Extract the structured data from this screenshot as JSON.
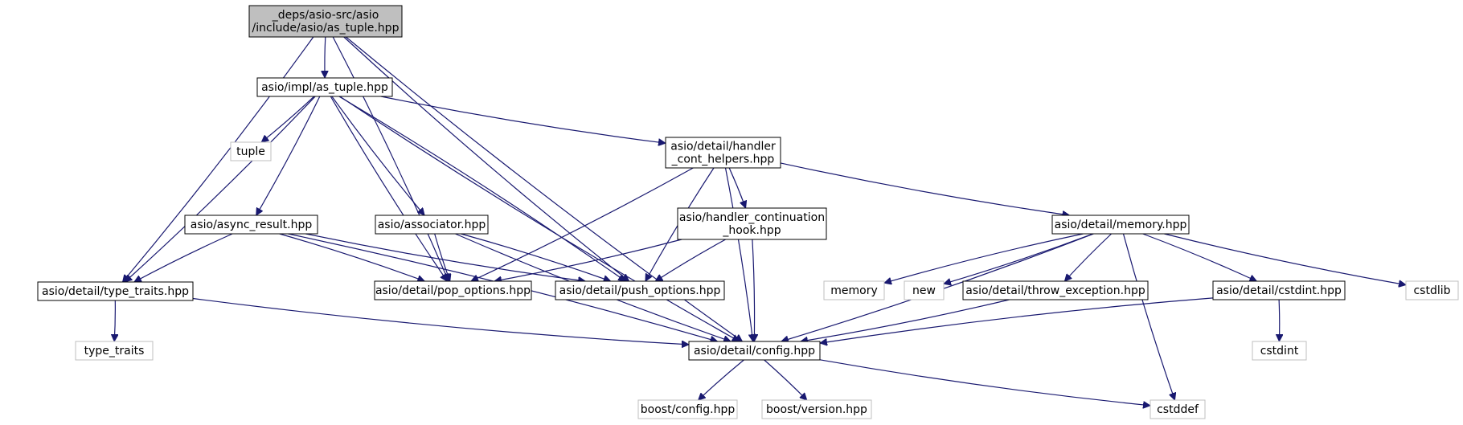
{
  "diagram": {
    "colors": {
      "edge": "#191970",
      "root_fill": "#bfbfbf",
      "node_border": "#000000",
      "external_border": "#bfbfbf",
      "node_fill": "#ffffff"
    },
    "nodes": [
      {
        "id": "root",
        "kind": "root",
        "lines": [
          "_deps/asio-src/asio",
          "/include/asio/as_tuple.hpp"
        ]
      },
      {
        "id": "impl_as_tuple",
        "kind": "normal",
        "lines": [
          "asio/impl/as_tuple.hpp"
        ]
      },
      {
        "id": "tuple",
        "kind": "external",
        "lines": [
          "tuple"
        ]
      },
      {
        "id": "handler_cont_helpers",
        "kind": "normal",
        "lines": [
          "asio/detail/handler",
          "_cont_helpers.hpp"
        ]
      },
      {
        "id": "async_result",
        "kind": "normal",
        "lines": [
          "asio/async_result.hpp"
        ]
      },
      {
        "id": "associator",
        "kind": "normal",
        "lines": [
          "asio/associator.hpp"
        ]
      },
      {
        "id": "handler_continuation_hook",
        "kind": "normal",
        "lines": [
          "asio/handler_continuation",
          "_hook.hpp"
        ]
      },
      {
        "id": "memory_hpp",
        "kind": "normal",
        "lines": [
          "asio/detail/memory.hpp"
        ]
      },
      {
        "id": "type_traits_hpp",
        "kind": "normal",
        "lines": [
          "asio/detail/type_traits.hpp"
        ]
      },
      {
        "id": "pop_options",
        "kind": "normal",
        "lines": [
          "asio/detail/pop_options.hpp"
        ]
      },
      {
        "id": "push_options",
        "kind": "normal",
        "lines": [
          "asio/detail/push_options.hpp"
        ]
      },
      {
        "id": "memory",
        "kind": "external",
        "lines": [
          "memory"
        ]
      },
      {
        "id": "new",
        "kind": "external",
        "lines": [
          "new"
        ]
      },
      {
        "id": "throw_exception",
        "kind": "normal",
        "lines": [
          "asio/detail/throw_exception.hpp"
        ]
      },
      {
        "id": "cstdint_hpp",
        "kind": "normal",
        "lines": [
          "asio/detail/cstdint.hpp"
        ]
      },
      {
        "id": "cstdlib",
        "kind": "external",
        "lines": [
          "cstdlib"
        ]
      },
      {
        "id": "type_traits",
        "kind": "external",
        "lines": [
          "type_traits"
        ]
      },
      {
        "id": "config",
        "kind": "normal",
        "lines": [
          "asio/detail/config.hpp"
        ]
      },
      {
        "id": "cstdint",
        "kind": "external",
        "lines": [
          "cstdint"
        ]
      },
      {
        "id": "boost_config",
        "kind": "external",
        "lines": [
          "boost/config.hpp"
        ]
      },
      {
        "id": "boost_version",
        "kind": "external",
        "lines": [
          "boost/version.hpp"
        ]
      },
      {
        "id": "cstddef",
        "kind": "external",
        "lines": [
          "cstddef"
        ]
      }
    ],
    "edges": [
      [
        "root",
        "impl_as_tuple"
      ],
      [
        "root",
        "type_traits_hpp"
      ],
      [
        "root",
        "config"
      ],
      [
        "root",
        "pop_options"
      ],
      [
        "root",
        "push_options"
      ],
      [
        "impl_as_tuple",
        "tuple"
      ],
      [
        "impl_as_tuple",
        "handler_cont_helpers"
      ],
      [
        "impl_as_tuple",
        "async_result"
      ],
      [
        "impl_as_tuple",
        "associator"
      ],
      [
        "impl_as_tuple",
        "type_traits_hpp"
      ],
      [
        "impl_as_tuple",
        "pop_options"
      ],
      [
        "impl_as_tuple",
        "push_options"
      ],
      [
        "impl_as_tuple",
        "config"
      ],
      [
        "handler_cont_helpers",
        "handler_continuation_hook"
      ],
      [
        "handler_cont_helpers",
        "memory_hpp"
      ],
      [
        "handler_cont_helpers",
        "pop_options"
      ],
      [
        "handler_cont_helpers",
        "push_options"
      ],
      [
        "handler_cont_helpers",
        "config"
      ],
      [
        "async_result",
        "type_traits_hpp"
      ],
      [
        "async_result",
        "pop_options"
      ],
      [
        "async_result",
        "push_options"
      ],
      [
        "async_result",
        "config"
      ],
      [
        "associator",
        "pop_options"
      ],
      [
        "associator",
        "push_options"
      ],
      [
        "associator",
        "config"
      ],
      [
        "handler_continuation_hook",
        "pop_options"
      ],
      [
        "handler_continuation_hook",
        "push_options"
      ],
      [
        "handler_continuation_hook",
        "config"
      ],
      [
        "memory_hpp",
        "memory"
      ],
      [
        "memory_hpp",
        "new"
      ],
      [
        "memory_hpp",
        "throw_exception"
      ],
      [
        "memory_hpp",
        "cstdint_hpp"
      ],
      [
        "memory_hpp",
        "cstdlib"
      ],
      [
        "memory_hpp",
        "config"
      ],
      [
        "memory_hpp",
        "cstddef"
      ],
      [
        "type_traits_hpp",
        "type_traits"
      ],
      [
        "type_traits_hpp",
        "config"
      ],
      [
        "throw_exception",
        "config"
      ],
      [
        "cstdint_hpp",
        "config"
      ],
      [
        "cstdint_hpp",
        "cstdint"
      ],
      [
        "config",
        "boost_config"
      ],
      [
        "config",
        "boost_version"
      ],
      [
        "config",
        "cstddef"
      ]
    ]
  }
}
